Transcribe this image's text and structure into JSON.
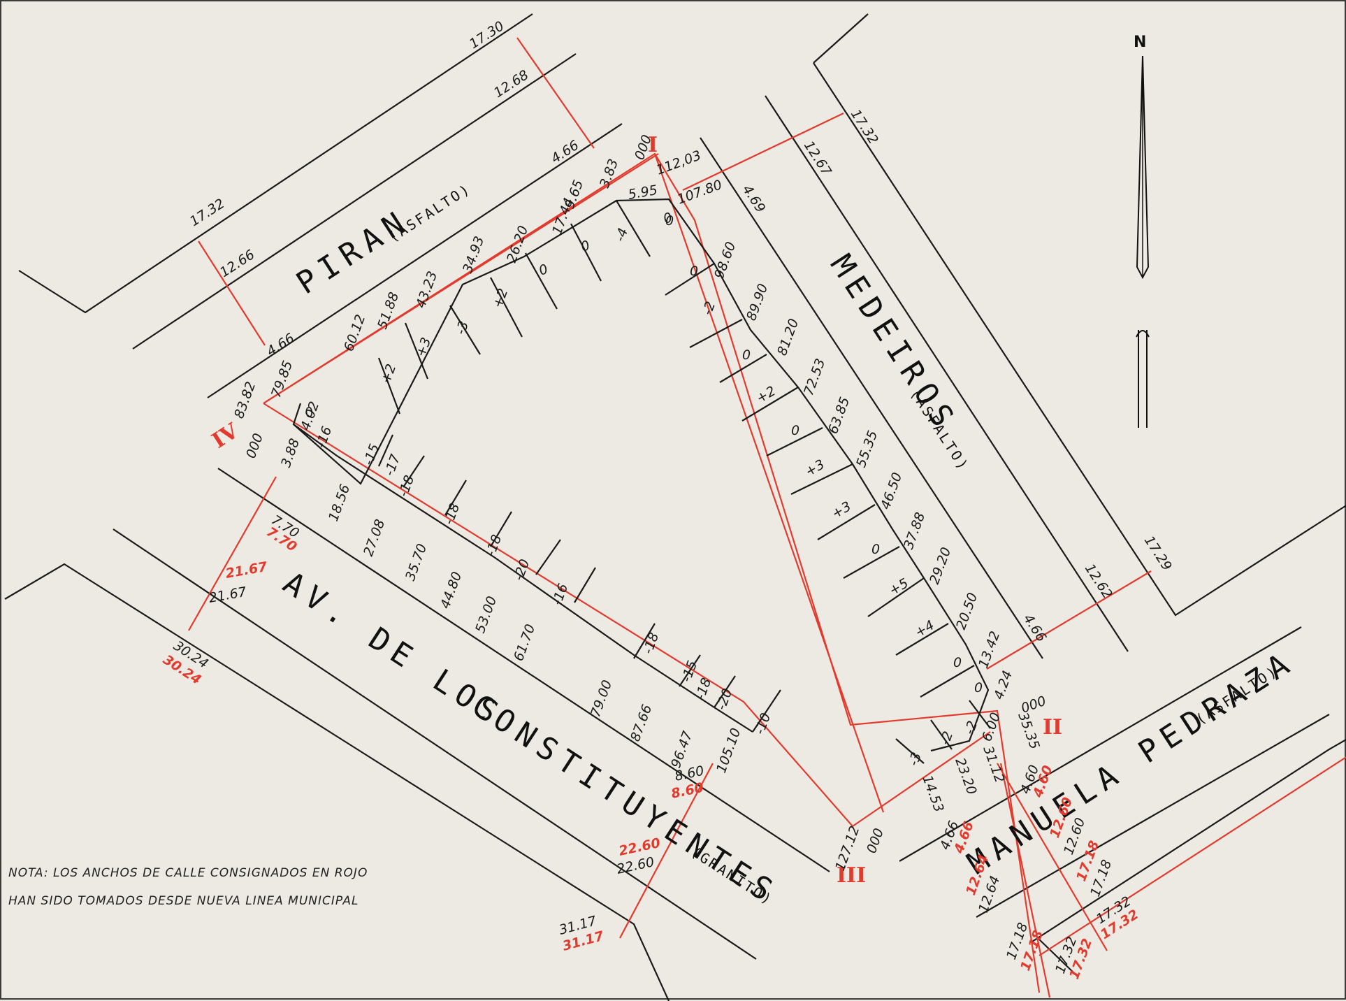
{
  "streets": {
    "piran": "PIRAN",
    "piran_surface": "(ASFALTO)",
    "medeiros": "MEDEIROS",
    "medeiros_surface": "(ASFALTO)",
    "constituyentes": "AV. DE LOS CONSTITUYENTES",
    "constituyentes_line1": "AV. DE LOS",
    "constituyentes_line2": "CONSTITUYENTES",
    "constituyentes_surface": "(GRANITO)",
    "pedraza": "MANUELA PEDRAZA",
    "pedraza_surface": "(ASFALTO)"
  },
  "north_label": "N",
  "vertices": {
    "v1": "I",
    "v2": "II",
    "v3": "III",
    "v4": "IV"
  },
  "note": {
    "line1": "NOTA: LOS ANCHOS DE CALLE CONSIGNADOS EN ROJO",
    "line2": "HAN SIDO TOMADOS DESDE NUEVA LINEA MUNICIPAL"
  },
  "widths": {
    "piran_w_total": "17.32",
    "piran_w_inner": "12.66",
    "piran_w_side": "4.66",
    "piran_e_total": "17.30",
    "piran_e_inner": "12.68",
    "piran_e_side": "4.66",
    "med_n_total": "17.32",
    "med_n_inner": "12.67",
    "med_n_side": "4.69",
    "med_s_total": "17.29",
    "med_s_inner": "12.62",
    "med_s_side": "4.66",
    "const_w_a": "7.70",
    "const_w_a_red": "7.70",
    "const_w_b": "21.67",
    "const_w_b_red": "21.67",
    "const_w_c": "30.24",
    "const_w_c_red": "30.24",
    "const_e_a": "8.60",
    "const_e_a_red": "8.60",
    "const_e_b": "22.60",
    "const_e_b_red": "22.60",
    "const_e_c": "31.17",
    "const_e_c_red": "31.17",
    "ped_w_a": "4.66",
    "ped_w_a_red": "4.66",
    "ped_w_b": "12.64",
    "ped_w_b_red": "12.64",
    "ped_w_c": "17.18",
    "ped_w_c_red": "17.18",
    "ped_e_a": "4.60",
    "ped_e_a_red": "4.60",
    "ped_e_b": "12.60",
    "ped_e_b_red": "12.60",
    "ped_e_c": "17.18",
    "ped_e_c_red": "17.18",
    "ped_e_d": "17.32",
    "ped_e_d_red": "17.32",
    "ped_e_e": "17.32",
    "ped_e_e_red": "17.32"
  },
  "chainage_piran": [
    "000",
    "5.95",
    "9.65",
    "17.44",
    "26.20",
    "34.93",
    "43.23",
    "51.88",
    "60.12",
    "79.85",
    "83.82",
    "3.83",
    "112,03"
  ],
  "offsets_piran": [
    "0",
    "-4",
    "0",
    "0",
    "+2",
    "-3",
    "+3",
    "+2",
    "0",
    "-16"
  ],
  "chainage_medeiros": [
    "107.80",
    "98.60",
    "89.90",
    "81.20",
    "72.53",
    "63.85",
    "55.35",
    "46.50",
    "37.88",
    "29.20",
    "20.50",
    "13.42",
    "4.24",
    "000"
  ],
  "offsets_medeiros": [
    "0",
    "0",
    "-2",
    "0",
    "+2",
    "0",
    "+3",
    "+3",
    "0",
    "+5",
    "+4",
    "0",
    "0"
  ],
  "chainage_const": [
    "000",
    "3.88",
    "4.02",
    "18.56",
    "27.08",
    "35.70",
    "44.80",
    "53.00",
    "61.70",
    "79.00",
    "87.66",
    "96.47",
    "105.10",
    "127.12",
    "000"
  ],
  "offsets_const": [
    "-15",
    "-17",
    "-18",
    "-18",
    "-18",
    "-20",
    "-16",
    "-18",
    "-15",
    "-18",
    "-20",
    "-10"
  ],
  "chainage_pedraza": [
    "6.00",
    "35.35",
    "31.12",
    "23.20",
    "14.53"
  ],
  "offsets_pedraza": [
    "-2",
    "-2",
    "-3"
  ]
}
